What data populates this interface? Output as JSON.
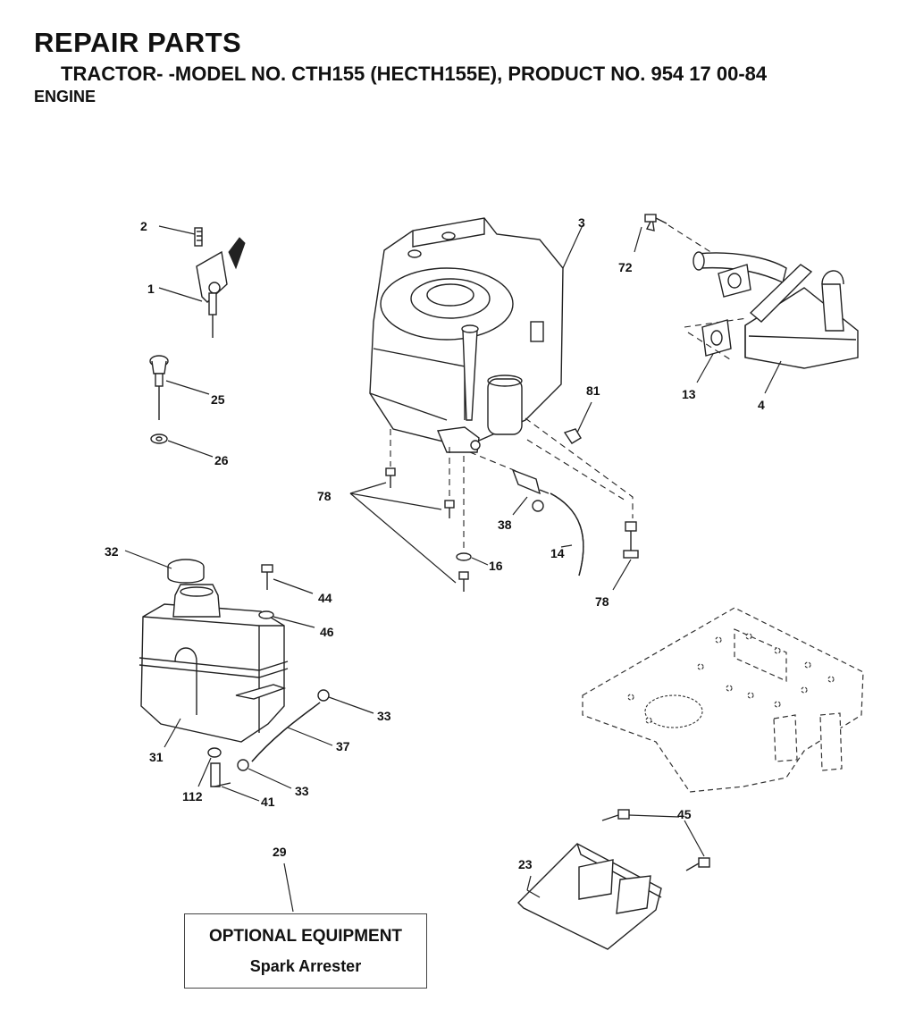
{
  "header": {
    "title": "REPAIR PARTS",
    "subtitle": "TRACTOR- -MODEL NO. CTH155 (HECTH155E), PRODUCT NO. 954 17 00-84",
    "section": "ENGINE"
  },
  "callouts": {
    "c1": "1",
    "c2": "2",
    "c3": "3",
    "c4": "4",
    "c13": "13",
    "c14": "14",
    "c16": "16",
    "c23": "23",
    "c25": "25",
    "c26": "26",
    "c29": "29",
    "c31": "31",
    "c32": "32",
    "c33a": "33",
    "c33b": "33",
    "c37": "37",
    "c38": "38",
    "c41": "41",
    "c44": "44",
    "c45": "45",
    "c46": "46",
    "c72": "72",
    "c78a": "78",
    "c78b": "78",
    "c81": "81",
    "c112": "112"
  },
  "optional_box": {
    "heading": "OPTIONAL EQUIPMENT",
    "item": "Spark Arrester"
  }
}
